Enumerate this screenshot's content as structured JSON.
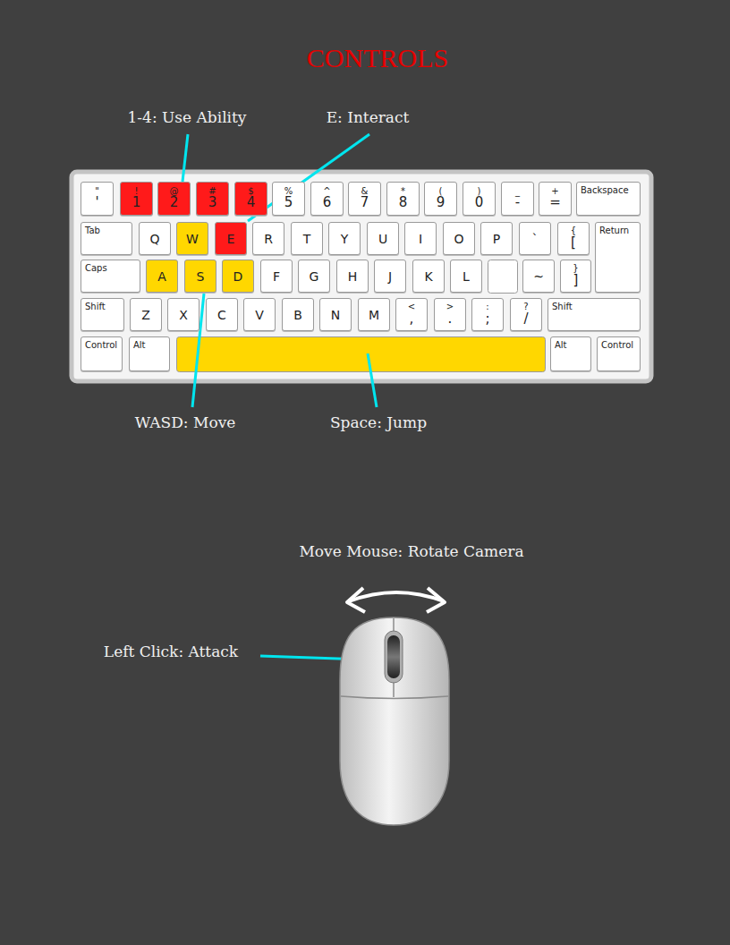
{
  "diagram": {
    "title": "CONTROLS",
    "nodes": [
      {
        "text": [
          "\"",
          "'"
        ]
      },
      {
        "text": [
          "!",
          "1"
        ]
      },
      {
        "text": [
          "@",
          "2"
        ]
      },
      {
        "text": [
          "#",
          "3"
        ]
      },
      {
        "text": [
          "$",
          "4"
        ]
      },
      {
        "text": [
          "%",
          "5"
        ]
      },
      {
        "text": [
          "^",
          "6"
        ]
      },
      {
        "text": [
          "&",
          "7"
        ]
      },
      {
        "text": [
          "*",
          "8"
        ]
      },
      {
        "text": [
          "(",
          "9"
        ]
      },
      {
        "text": [
          ")",
          "0"
        ]
      },
      {
        "text": [
          "_",
          "-"
        ]
      },
      {
        "text": [
          "+",
          "="
        ]
      },
      {
        "text": [
          "Backspace"
        ]
      },
      {
        "text": [
          "Tab"
        ]
      },
      {
        "text": [
          "Q"
        ]
      },
      {
        "text": [
          "W"
        ]
      },
      {
        "text": [
          "E"
        ]
      },
      {
        "text": [
          "R"
        ]
      },
      {
        "text": [
          "T"
        ]
      },
      {
        "text": [
          "Y"
        ]
      },
      {
        "text": [
          "U"
        ]
      },
      {
        "text": [
          "I"
        ]
      },
      {
        "text": [
          "O"
        ]
      },
      {
        "text": [
          "P"
        ]
      },
      {
        "text": [
          "`"
        ]
      },
      {
        "text": [
          "{",
          "["
        ]
      },
      {
        "text": [
          "Return"
        ]
      },
      {
        "text": [
          "Caps"
        ]
      },
      {
        "text": [
          "A"
        ]
      },
      {
        "text": [
          "S"
        ]
      },
      {
        "text": [
          "D"
        ]
      },
      {
        "text": [
          "F"
        ]
      },
      {
        "text": [
          "G"
        ]
      },
      {
        "text": [
          "H"
        ]
      },
      {
        "text": [
          "J"
        ]
      },
      {
        "text": [
          "K"
        ]
      },
      {
        "text": [
          "L"
        ]
      },
      {
        "text": [
          "~"
        ]
      },
      {
        "text": [
          "}",
          "]"
        ]
      },
      {
        "text": [
          "Shift"
        ]
      },
      {
        "text": [
          "Z"
        ]
      },
      {
        "text": [
          "X"
        ]
      },
      {
        "text": [
          "C"
        ]
      },
      {
        "text": [
          "V"
        ]
      },
      {
        "text": [
          "B"
        ]
      },
      {
        "text": [
          "N"
        ]
      },
      {
        "text": [
          "M"
        ]
      },
      {
        "text": [
          "<",
          ","
        ]
      },
      {
        "text": [
          ">",
          "."
        ]
      },
      {
        "text": [
          ":",
          ";"
        ]
      },
      {
        "text": [
          "?",
          "/"
        ]
      },
      {
        "text": [
          "Shift"
        ]
      },
      {
        "text": [
          "Control"
        ]
      },
      {
        "text": [
          "Alt"
        ]
      },
      {
        "text": [
          "Alt"
        ]
      },
      {
        "text": [
          "Control"
        ]
      }
    ],
    "labels": [
      "1-4: Use Ability",
      "E: Interact",
      "WASD: Move",
      "Space: Jump",
      "Move Mouse: Rotate Camera",
      "Left Click: Attack"
    ]
  }
}
